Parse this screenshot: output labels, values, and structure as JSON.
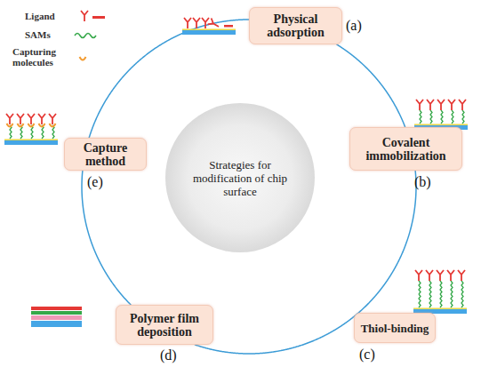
{
  "diagram": {
    "nodes": [
      {
        "text": [
          "Physical adsorption"
        ]
      },
      {
        "text": [
          "Capture method"
        ]
      },
      {
        "text": [
          "Covalent immobilization"
        ]
      },
      {
        "text": [
          "Strategies for modification of chip surface"
        ]
      },
      {
        "text": [
          "Polymer film deposition"
        ]
      },
      {
        "text": [
          "Thiol-binding"
        ]
      }
    ],
    "edges": [
      {
        "from": 0,
        "to": 2,
        "arrow": "none"
      },
      {
        "from": 2,
        "to": 5,
        "arrow": "none"
      },
      {
        "from": 5,
        "to": 4,
        "arrow": "none"
      },
      {
        "from": 4,
        "to": 1,
        "arrow": "none"
      },
      {
        "from": 1,
        "to": 0,
        "arrow": "none"
      }
    ],
    "labels": [
      "(a)",
      "(b)",
      "(c)",
      "(d)",
      "(e)"
    ],
    "legend": [
      {
        "text": "Ligand"
      },
      {
        "text": "SAMs"
      },
      {
        "text": "Capturing molecules"
      }
    ]
  }
}
